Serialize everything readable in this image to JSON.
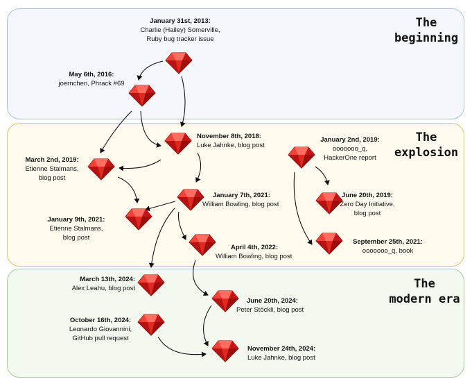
{
  "eras": [
    {
      "id": "beginning",
      "title": "The\nbeginning"
    },
    {
      "id": "explosion",
      "title": "The\nexplosion"
    },
    {
      "id": "modern",
      "title": "The\nmodern era"
    }
  ],
  "nodes": [
    {
      "id": "n1",
      "date": "January 31st, 2013:",
      "text": "Charlie (Hailey) Somerville,\nRuby bug tracker issue"
    },
    {
      "id": "n2",
      "date": "May 6th, 2016:",
      "text": "joernchen, Phrack #69"
    },
    {
      "id": "n3",
      "date": "November 8th, 2018:",
      "text": "Luke Jahnke, blog post"
    },
    {
      "id": "n4",
      "date": "March 2nd, 2019:",
      "text": "Etienne Stalmans,\nblog post"
    },
    {
      "id": "n5",
      "date": "January 9th, 2021:",
      "text": "Etienne Stalmans,\nblog post"
    },
    {
      "id": "n6",
      "date": "January 7th, 2021:",
      "text": "William Bowling, blog post"
    },
    {
      "id": "n7",
      "date": "April 4th, 2022:",
      "text": "William Bowling, blog post"
    },
    {
      "id": "n8",
      "date": "January 2nd, 2019:",
      "text": "ooooooo_q,\nHackerOne report"
    },
    {
      "id": "n9",
      "date": "June 20th, 2019:",
      "text": "Zero Day Initiative,\nblog post"
    },
    {
      "id": "n10",
      "date": "September 25th, 2021:",
      "text": "ooooooo_q, book"
    },
    {
      "id": "n11",
      "date": "March 13th, 2024:",
      "text": "Alex Leahu, blog post"
    },
    {
      "id": "n12",
      "date": "June 20th, 2024:",
      "text": "Peter Stöckli, blog post"
    },
    {
      "id": "n13",
      "date": "October 16th, 2024:",
      "text": "Leonardo Giovannini,\nGitHub pull request"
    },
    {
      "id": "n14",
      "date": "November 24th, 2024:",
      "text": "Luke Jahnke, blog post"
    }
  ],
  "edges": [
    [
      "n1",
      "n2"
    ],
    [
      "n1",
      "n3"
    ],
    [
      "n2",
      "n4"
    ],
    [
      "n2",
      "n3"
    ],
    [
      "n3",
      "n4"
    ],
    [
      "n3",
      "n6"
    ],
    [
      "n4",
      "n5"
    ],
    [
      "n6",
      "n5"
    ],
    [
      "n6",
      "n11"
    ],
    [
      "n6",
      "n7"
    ],
    [
      "n7",
      "n12"
    ],
    [
      "n8",
      "n9"
    ],
    [
      "n8",
      "n10"
    ],
    [
      "n12",
      "n14"
    ],
    [
      "n13",
      "n14"
    ]
  ],
  "colors": {
    "ruby": "#d41a1a",
    "ruby_dark": "#8e0a0a",
    "ruby_light": "#ff5a4e",
    "edge": "#111111"
  },
  "icon": "ruby-gem-icon"
}
